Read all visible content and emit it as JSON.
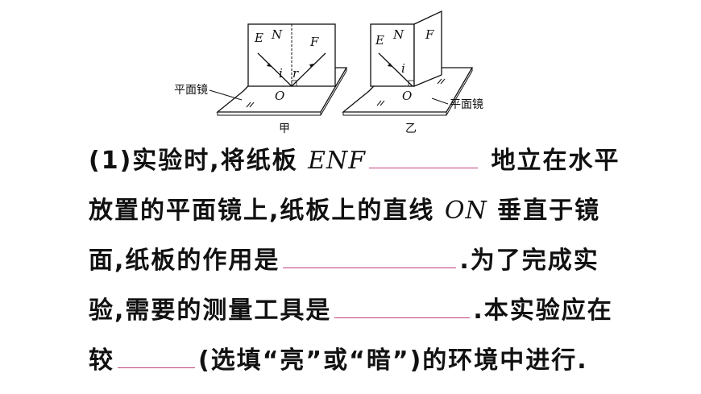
{
  "figure": {
    "left": {
      "E": "E",
      "N": "N",
      "F": "F",
      "i": "i",
      "r": "r",
      "O": "O",
      "mirror": "平面镜",
      "caption": "甲"
    },
    "right": {
      "E": "E",
      "N": "N",
      "F": "F",
      "i": "i",
      "O": "O",
      "mirror": "平面镜",
      "caption": "乙"
    }
  },
  "question": {
    "line1": {
      "prefix": "(1)实验时,将纸板 ",
      "math": "ENF",
      "suffix": " 地立在水平"
    },
    "line2": {
      "prefix": "放置的平面镜上,纸板上的直线 ",
      "math": "ON",
      "suffix": " 垂直于镜"
    },
    "line3": {
      "prefix": "面,纸板的作用是",
      "suffix": ".为了完成实"
    },
    "line4": {
      "prefix": "验,需要的测量工具是",
      "suffix": ".本实验应在"
    },
    "line5": {
      "prefix": "较",
      "suffix": "(选填“亮”或“暗”)的环境中进行."
    }
  }
}
